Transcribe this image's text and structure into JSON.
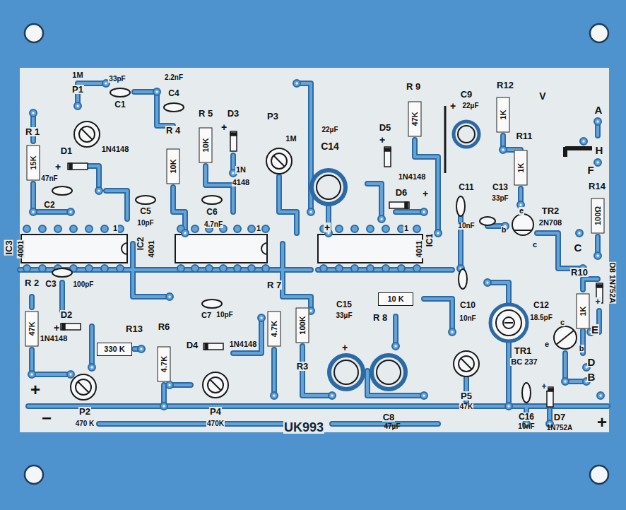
{
  "diagram": {
    "nodes": [
      {
        "text": [
          "15K"
        ]
      },
      {
        "text": [
          "10K"
        ]
      },
      {
        "text": [
          "10K"
        ]
      },
      {
        "text": [
          "47K"
        ]
      },
      {
        "text": [
          "1K"
        ]
      },
      {
        "text": [
          "1K"
        ]
      },
      {
        "text": [
          "100Ω"
        ]
      },
      {
        "text": [
          "1K"
        ]
      },
      {
        "text": [
          "47K"
        ]
      },
      {
        "text": [
          "330 K"
        ]
      },
      {
        "text": [
          "4.7K"
        ]
      },
      {
        "text": [
          "4.7K"
        ]
      },
      {
        "text": [
          "100K"
        ]
      },
      {
        "text": [
          "10 K"
        ]
      }
    ],
    "labels": [
      "1M",
      "P1",
      "33pF",
      "C1",
      "2.2nF",
      "C4",
      "R 1",
      "D1",
      "1N4148",
      "47nF",
      "C2",
      "R 5",
      "D3",
      "P3",
      "1M",
      "R 4",
      "1N",
      "4148",
      "C5",
      "10pF",
      "C6",
      "4.7nF",
      "22µF",
      "C14",
      "R 9",
      "D5",
      "1N4148",
      "D6",
      "C9",
      "22µF",
      "R12",
      "V",
      "R11",
      "A",
      "H",
      "F",
      "C11",
      "C13",
      "33pF",
      "10nF",
      "e",
      "TR2",
      "2N708",
      "b",
      "c",
      "R14",
      "C",
      "1",
      "1",
      "1",
      "IC3",
      "4001",
      "IC2",
      "4001",
      "IC1",
      "4011",
      "R10",
      "D8 1N752A",
      "R 2",
      "C3",
      "100pF",
      "R 7",
      "C15",
      "33µF",
      "R 8",
      "C10",
      "10nF",
      "C12",
      "18.5pF",
      "E",
      "c",
      "e",
      "b",
      "TR1",
      "BC 237",
      "D2",
      "1N4148",
      "R13",
      "R6",
      "C7",
      "10pF",
      "D4",
      "1N4148",
      "R3",
      "D",
      "B",
      "+",
      "−",
      "P2",
      "470 K",
      "P4",
      "470K",
      "UK993",
      "C8",
      "47µF",
      "P5",
      "47K",
      "C16",
      "10nF",
      "D7",
      "1N752A",
      "+",
      "+",
      "+",
      "+",
      "+",
      "+",
      "+",
      "+",
      "+",
      "+",
      "+"
    ]
  }
}
